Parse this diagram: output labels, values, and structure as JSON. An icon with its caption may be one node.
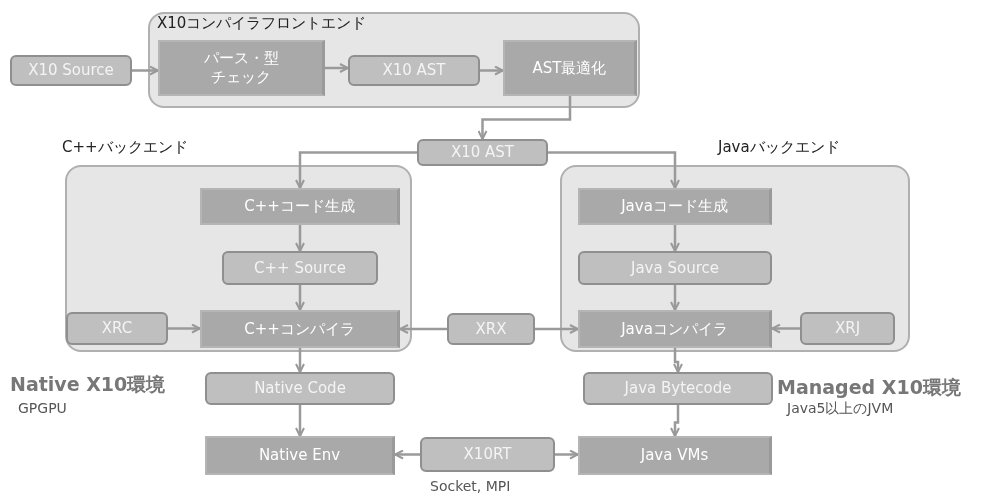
{
  "diagram": {
    "nodes": [
      {
        "text": [
          "X10コンパイラフロントエンド"
        ]
      },
      {
        "text": [
          "X10 Source"
        ]
      },
      {
        "text": [
          "パース・型チェック"
        ],
        "in": 0
      },
      {
        "text": [
          "X10 AST"
        ],
        "in": 0
      },
      {
        "text": [
          "AST最適化"
        ],
        "in": 0
      },
      {
        "text": [
          "X10 AST"
        ]
      },
      {
        "text": [
          "C++バックエンド"
        ]
      },
      {
        "text": [
          "C++コード生成"
        ],
        "in": 6
      },
      {
        "text": [
          "C++ Source"
        ],
        "in": 6
      },
      {
        "text": [
          "XRC"
        ],
        "in": 6
      },
      {
        "text": [
          "C++コンパイラ"
        ],
        "in": 6
      },
      {
        "text": [
          "Javaバックエンド"
        ]
      },
      {
        "text": [
          "Javaコード生成"
        ],
        "in": 11
      },
      {
        "text": [
          "Java Source"
        ],
        "in": 11
      },
      {
        "text": [
          "Javaコンパイラ"
        ],
        "in": 11
      },
      {
        "text": [
          "XRJ"
        ],
        "in": 11
      },
      {
        "text": [
          "XRX"
        ]
      },
      {
        "text": [
          "Native Code"
        ]
      },
      {
        "text": [
          "Java Bytecode"
        ]
      },
      {
        "text": [
          "Native Env"
        ]
      },
      {
        "text": [
          "X10RT"
        ]
      },
      {
        "text": [
          "Java VMs"
        ]
      }
    ],
    "edges": [
      {
        "from": 1,
        "to": 2,
        "arrow": "to"
      },
      {
        "from": 2,
        "to": 3,
        "arrow": "to"
      },
      {
        "from": 3,
        "to": 4,
        "arrow": "to"
      },
      {
        "from": 4,
        "to": 5,
        "arrow": "to"
      },
      {
        "from": 5,
        "to": 7,
        "arrow": "to"
      },
      {
        "from": 5,
        "to": 12,
        "arrow": "to"
      },
      {
        "from": 7,
        "to": 8,
        "arrow": "to"
      },
      {
        "from": 8,
        "to": 10,
        "arrow": "to"
      },
      {
        "from": 9,
        "to": 10,
        "arrow": "to"
      },
      {
        "from": 16,
        "to": 10,
        "arrow": "to"
      },
      {
        "from": 12,
        "to": 13,
        "arrow": "to"
      },
      {
        "from": 13,
        "to": 14,
        "arrow": "to"
      },
      {
        "from": 16,
        "to": 14,
        "arrow": "to"
      },
      {
        "from": 15,
        "to": 14,
        "arrow": "to"
      },
      {
        "from": 10,
        "to": 17,
        "arrow": "to"
      },
      {
        "from": 17,
        "to": 19,
        "arrow": "to"
      },
      {
        "from": 14,
        "to": 18,
        "arrow": "to"
      },
      {
        "from": 18,
        "to": 21,
        "arrow": "to"
      },
      {
        "from": 20,
        "to": 19,
        "arrow": "to"
      },
      {
        "from": 20,
        "to": 21,
        "arrow": "to"
      }
    ],
    "labels": [
      "Native X10環境",
      "GPGPU",
      "Managed X10環境",
      "Java5以上のJVM",
      "Socket, MPI"
    ]
  }
}
